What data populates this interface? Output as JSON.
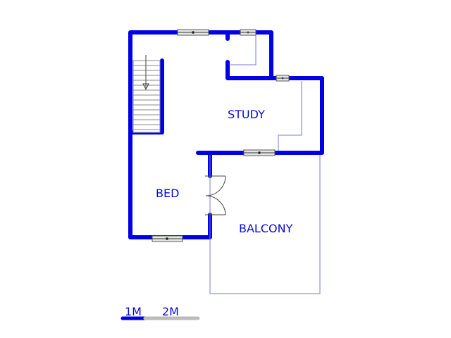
{
  "rooms": {
    "study": "STUDY",
    "bed": "BED",
    "balcony": "BALCONY"
  },
  "scale": {
    "one": "1M",
    "two": "2M"
  },
  "colors": {
    "wall": "#0000e6",
    "outline": "#7a7ae0",
    "window": "#888888"
  }
}
